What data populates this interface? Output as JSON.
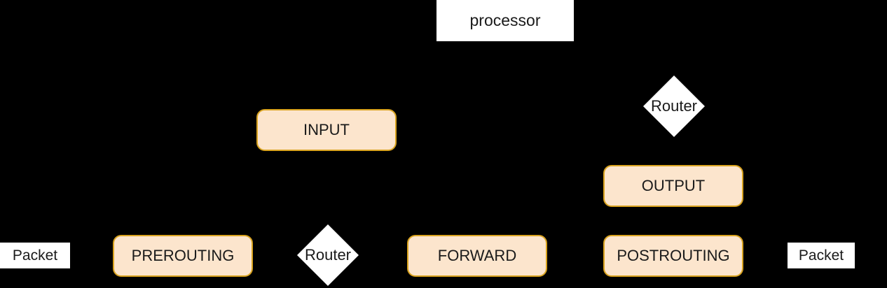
{
  "diagram": {
    "title": "processor",
    "background_color": "#000000",
    "chain_fill_color": "#fce5cd",
    "chain_border_color": "#d9a31f",
    "label_fill_color": "#ffffff",
    "text_color": "#1a1a1a"
  },
  "nodes": {
    "processor": {
      "label": "processor",
      "shape": "rect",
      "style": "plain"
    },
    "packet_in": {
      "label": "Packet",
      "shape": "rect",
      "style": "plain"
    },
    "packet_out": {
      "label": "Packet",
      "shape": "rect",
      "style": "plain"
    },
    "prerouting": {
      "label": "PREROUTING",
      "shape": "rounded-rect",
      "style": "chain"
    },
    "input": {
      "label": "INPUT",
      "shape": "rounded-rect",
      "style": "chain"
    },
    "forward": {
      "label": "FORWARD",
      "shape": "rounded-rect",
      "style": "chain"
    },
    "output": {
      "label": "OUTPUT",
      "shape": "rounded-rect",
      "style": "chain"
    },
    "postrouting": {
      "label": "POSTROUTING",
      "shape": "rounded-rect",
      "style": "chain"
    },
    "router_bottom": {
      "label": "Router",
      "shape": "diamond",
      "style": "decision"
    },
    "router_top": {
      "label": "Router",
      "shape": "diamond",
      "style": "decision"
    }
  }
}
